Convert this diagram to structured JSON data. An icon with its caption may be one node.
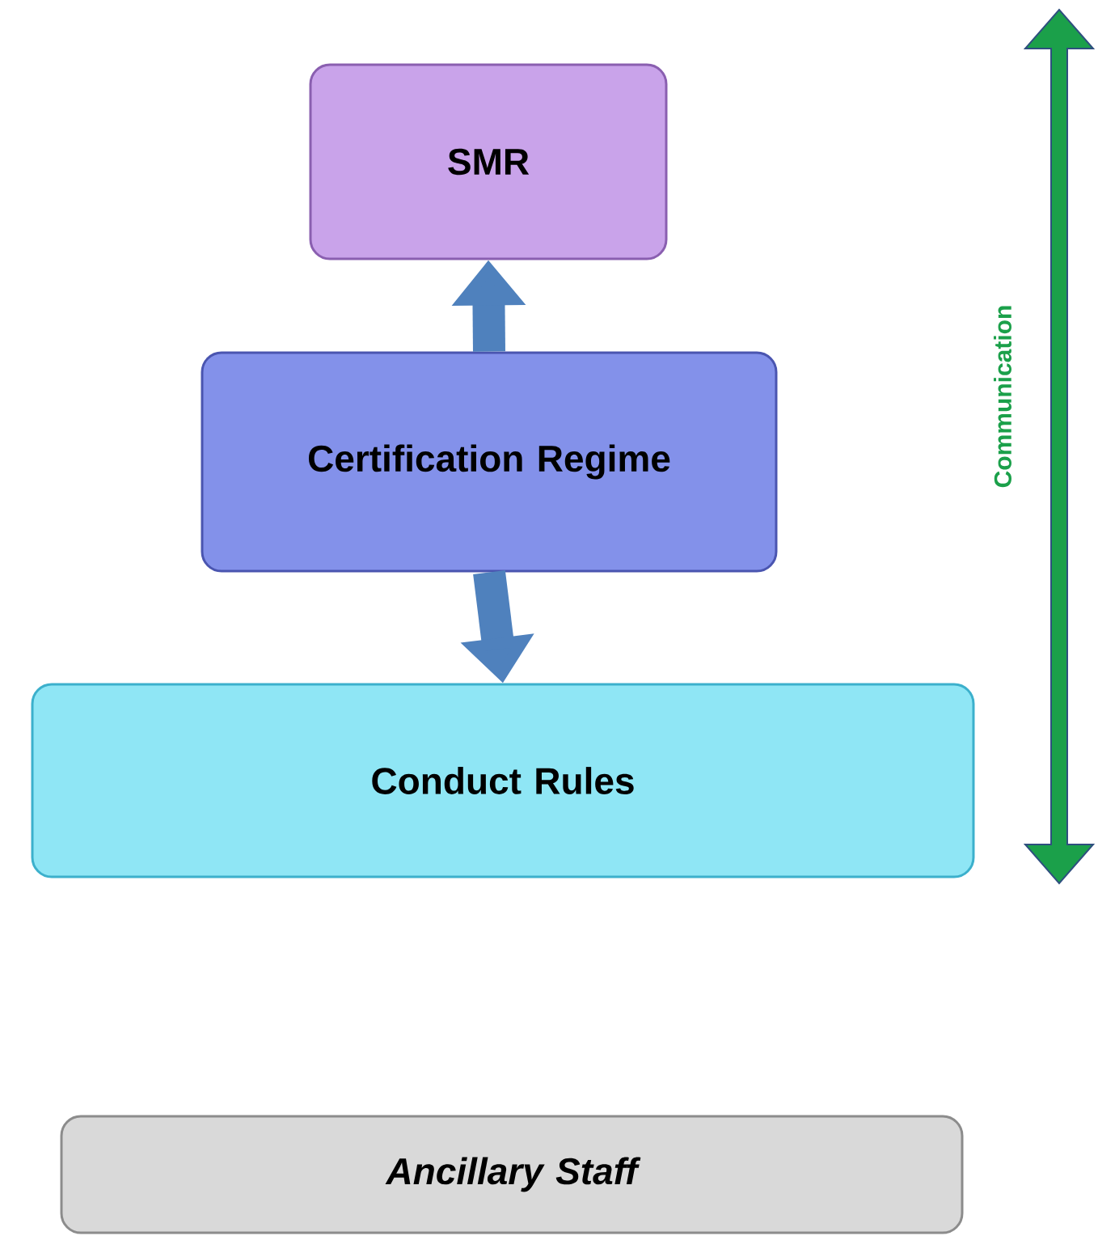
{
  "diagram": {
    "nodes": [
      {
        "text": [
          "SMR"
        ]
      },
      {
        "text": [
          "Certification Regime"
        ]
      },
      {
        "text": [
          "Conduct Rules"
        ]
      },
      {
        "text": [
          "Ancillary Staff"
        ]
      }
    ],
    "edges": [
      {
        "from": 1,
        "to": 0,
        "arrow": "to"
      },
      {
        "from": 1,
        "to": 2,
        "arrow": "to"
      }
    ],
    "labels": [
      "Communication"
    ]
  }
}
